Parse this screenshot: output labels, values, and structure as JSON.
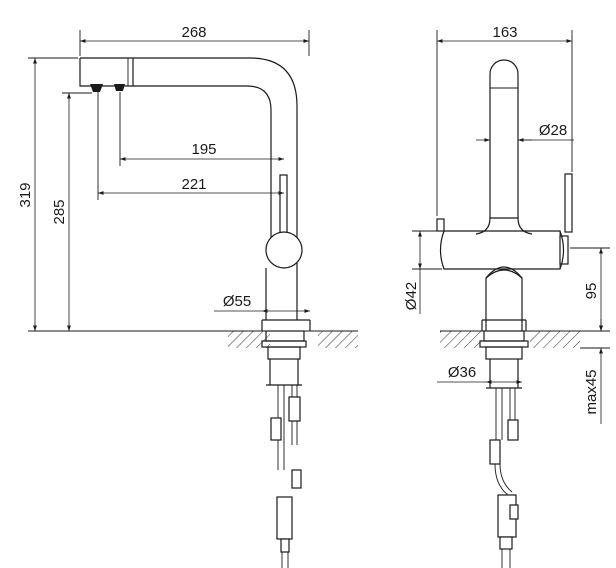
{
  "dimensions": {
    "side": {
      "width": "268",
      "height_total": "319",
      "height_outlet": "285",
      "reach_1": "195",
      "reach_2": "221",
      "base_diameter": "Ø55"
    },
    "front": {
      "width": "163",
      "spout_diameter": "Ø28",
      "body_diameter": "Ø42",
      "body_height": "95",
      "hole_diameter": "Ø36",
      "deck_thickness": "max45"
    }
  },
  "colors": {
    "line": "#1a1a1a",
    "background": "#ffffff"
  }
}
